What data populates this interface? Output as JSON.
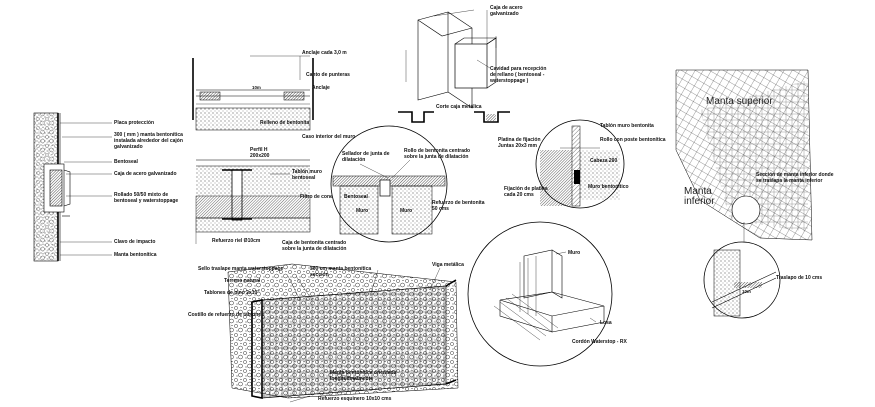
{
  "colors": {
    "ink": "#000000",
    "paper": "#ffffff",
    "hatch": "#222222"
  },
  "left_section": {
    "labels": [
      "Placa protección",
      "300 ( mm ) manta bentonítica",
      "instalada alrededor del cajón",
      "galvanizado",
      "Bentoseal",
      "Caja de acero galvanizado",
      "Rollado 50/50 mixto de",
      "bentoseal y waterstoppage",
      "Clavo de impacto",
      "Manta bentonítica"
    ]
  },
  "top_box": {
    "labels": [
      "Caja de acero",
      "galvanizado",
      "Cavidad para recepción",
      "de rellano ( bentoseal -",
      "waterstoppage )",
      "Corte caja metálica"
    ]
  },
  "section_center": {
    "labels": [
      "Anclaje cada 3,0 m",
      "Canto de punteras",
      "Anclaje",
      "Caso interior del muro",
      "Tablón muro",
      "bentoseal",
      "Perfil H",
      "200x200",
      "Filtro de conexión",
      "Refuerzo riel Ø10cm",
      "Relleno de bentonita",
      "Caja de bentonita centrado",
      "sobre la junta de dilatación"
    ],
    "dimension": "10m"
  },
  "circle_detail_1": {
    "labels": [
      "Sellador de junta de",
      "dilatación",
      "Rollo de bentonita centrado",
      "sobre la junta de dilatación",
      "Bentoseal",
      "Muro",
      "Muro",
      "Refuerzo de bentonita",
      "50 cms"
    ]
  },
  "circle_detail_2": {
    "labels": [
      "Tablón muro bentonita",
      "Platina de fijación",
      "Juntas 20x3 mm",
      "Rollo con poste bentonítica",
      "Cabeza 200",
      "Fijación de platina",
      "cada 20 cms",
      "Muro bentonítico"
    ]
  },
  "right_panel": {
    "manta_superior": "Manta superior",
    "manta_inferior": "Manta",
    "manta_inferior_2": "inferior",
    "labels": [
      "Sección de manta inferior donde",
      "se traslapa la manta inferior",
      "Traslapo de 10 cms",
      "10m"
    ]
  },
  "wall_3d": {
    "labels": [
      "Sello traslape manta waterstoppage",
      "Terreno natural",
      "Tablones de pino 2x10\"",
      "Costillo de refuerzo de tablones",
      "300 cm manta bentonítica",
      "sección",
      "Viga metálica",
      "Manta bentonítica orientada",
      "longitudinalmente",
      "Refuerzo esquinero 10x10 cms"
    ]
  },
  "circle_iso": {
    "labels": [
      "Muro",
      "Losa",
      "Cordón Waterstop - RX"
    ]
  }
}
